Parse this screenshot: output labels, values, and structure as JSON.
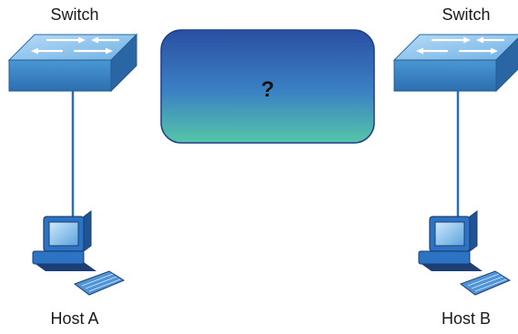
{
  "nodes": {
    "switch_left": {
      "label": "Switch",
      "icon": "switch-icon"
    },
    "switch_right": {
      "label": "Switch",
      "icon": "switch-icon"
    },
    "host_a": {
      "label": "Host A",
      "icon": "computer-icon"
    },
    "host_b": {
      "label": "Host B",
      "icon": "computer-icon"
    },
    "unknown_link": {
      "label": "?",
      "icon": "network-cloud-box"
    }
  },
  "colors": {
    "switch_top": "#8ec6ef",
    "switch_front": "#3a86c8",
    "box_top": "#2a4fa3",
    "box_bottom": "#4ab8b0",
    "link": "#2a6fb3",
    "computer_body": "#2d73c4",
    "computer_dark": "#1b3f75"
  }
}
